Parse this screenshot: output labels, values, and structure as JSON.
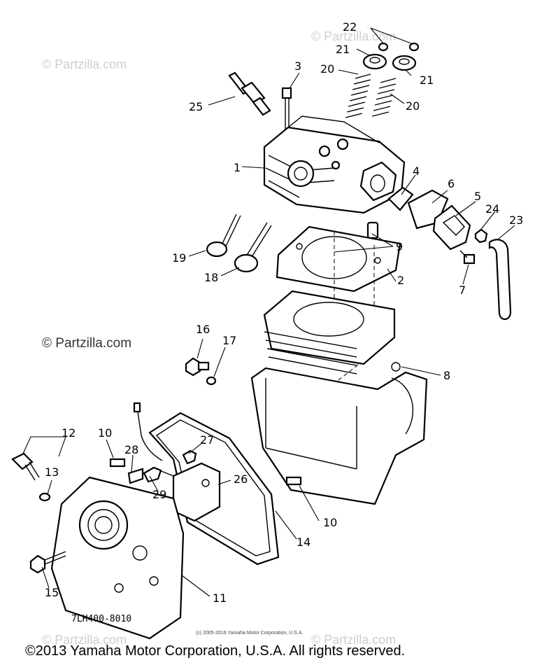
{
  "watermarks": {
    "top_left": "© Partzilla.com",
    "top_right": "© Partzilla.com",
    "mid_left": "© Partzilla.com",
    "bottom_left": "© Partzilla.com",
    "bottom_right": "© Partzilla.com"
  },
  "diagram_code": "7LH400-8010",
  "small_copyright": "(c) 2005-2016 Yamaha Motor Corporation, U.S.A.",
  "footer_copyright": "©2013 Yamaha Motor Corporation, U.S.A. All rights reserved.",
  "callouts": {
    "c1": "1",
    "c2": "2",
    "c3": "3",
    "c4": "4",
    "c5": "5",
    "c6": "6",
    "c7": "7",
    "c8": "8",
    "c9": "9",
    "c10a": "10",
    "c10b": "10",
    "c11": "11",
    "c12": "12",
    "c13": "13",
    "c14": "14",
    "c15": "15",
    "c16": "16",
    "c17": "17",
    "c18": "18",
    "c19": "19",
    "c20a": "20",
    "c20b": "20",
    "c21a": "21",
    "c21b": "21",
    "c22": "22",
    "c23": "23",
    "c24": "24",
    "c25": "25",
    "c26": "26",
    "c27": "27",
    "c28": "28",
    "c29": "29"
  }
}
